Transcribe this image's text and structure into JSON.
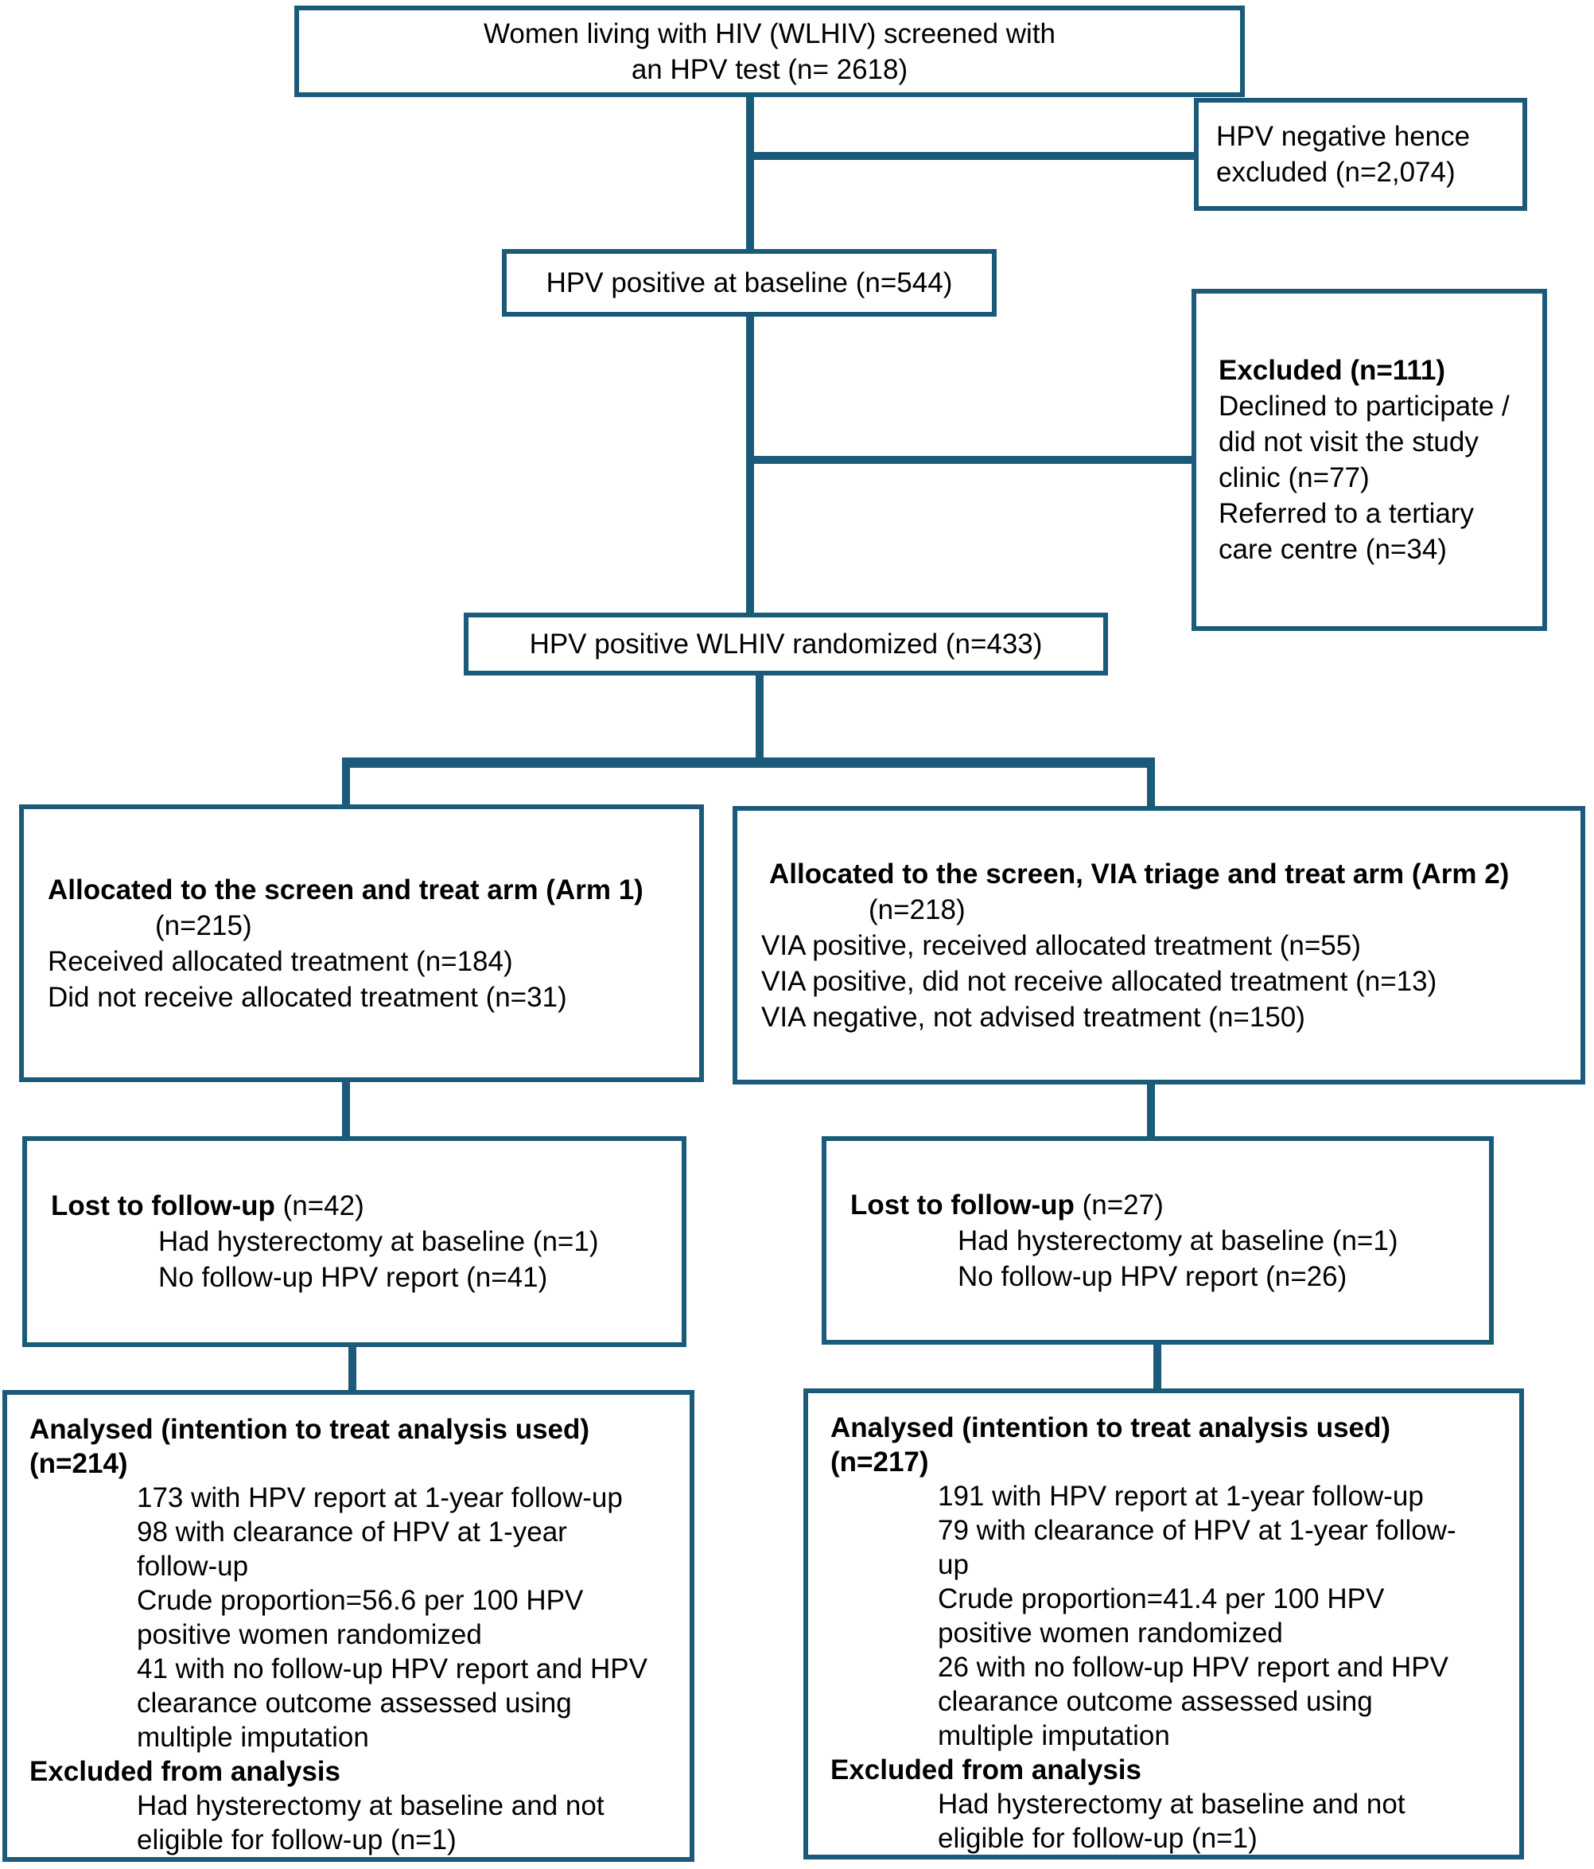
{
  "page": {
    "accent_color": "#1b5a78",
    "background": "#ffffff"
  },
  "flowchart": {
    "screened": {
      "line1": "Women living with HIV (WLHIV) screened with",
      "line2": "an HPV test (n= 2618)"
    },
    "hpv_negative": {
      "line1": "HPV negative hence",
      "line2": "excluded (n=2,074)"
    },
    "hpv_positive": {
      "text": "HPV positive at baseline (n=544)"
    },
    "excluded": {
      "title": "Excluded (n=111)",
      "line1": "Declined to participate /",
      "line2": "did not visit the study",
      "line3": "clinic (n=77)",
      "line4": "Referred to a tertiary",
      "line5": "care centre (n=34)"
    },
    "randomized": {
      "text": "HPV positive WLHIV randomized (n=433)"
    },
    "arm1": {
      "title": "Allocated to the screen and treat arm (Arm 1)",
      "n": "(n=215)",
      "line1": "Received allocated treatment (n=184)",
      "line2": "Did not receive allocated treatment (n=31)"
    },
    "arm2": {
      "title": "Allocated to the screen, VIA triage and treat arm (Arm 2)",
      "n": "(n=218)",
      "line1": "VIA positive, received allocated treatment (n=55)",
      "line2": "VIA positive, did not receive allocated treatment (n=13)",
      "line3": "VIA negative, not advised treatment (n=150)"
    },
    "lost1": {
      "title": "Lost to follow-up",
      "n": " (n=42)",
      "line1": "Had hysterectomy at baseline (n=1)",
      "line2": "No follow-up HPV report (n=41)"
    },
    "lost2": {
      "title": "Lost to follow-up",
      "n": " (n=27)",
      "line1": "Had hysterectomy at baseline (n=1)",
      "line2": "No follow-up HPV report (n=26)"
    },
    "analysed1": {
      "title1": "Analysed (intention to treat analysis used)",
      "title2": "(n=214)",
      "line1": "173 with HPV report at 1-year follow-up",
      "line2": "98 with clearance of HPV at 1-year",
      "line3": "follow-up",
      "line4": "Crude proportion=56.6 per 100 HPV",
      "line5": "positive women randomized",
      "line6": "41 with no follow-up HPV report and HPV",
      "line7": "clearance outcome assessed using",
      "line8": "multiple imputation",
      "excluded_title": "Excluded from analysis",
      "line9": "Had hysterectomy at baseline and not",
      "line10": "eligible for follow-up (n=1)"
    },
    "analysed2": {
      "title1": "Analysed (intention to treat analysis used)",
      "title2": "(n=217)",
      "line1": "191 with HPV report at 1-year follow-up",
      "line2": "79 with clearance of HPV at 1-year follow-",
      "line3": "up",
      "line4": "Crude proportion=41.4 per 100 HPV",
      "line5": "positive women randomized",
      "line6": "26 with no follow-up HPV report and HPV",
      "line7": "clearance outcome assessed using",
      "line8": "multiple imputation",
      "excluded_title": "Excluded from analysis",
      "line9": "Had hysterectomy at baseline and not",
      "line10": "eligible for follow-up (n=1)"
    }
  }
}
